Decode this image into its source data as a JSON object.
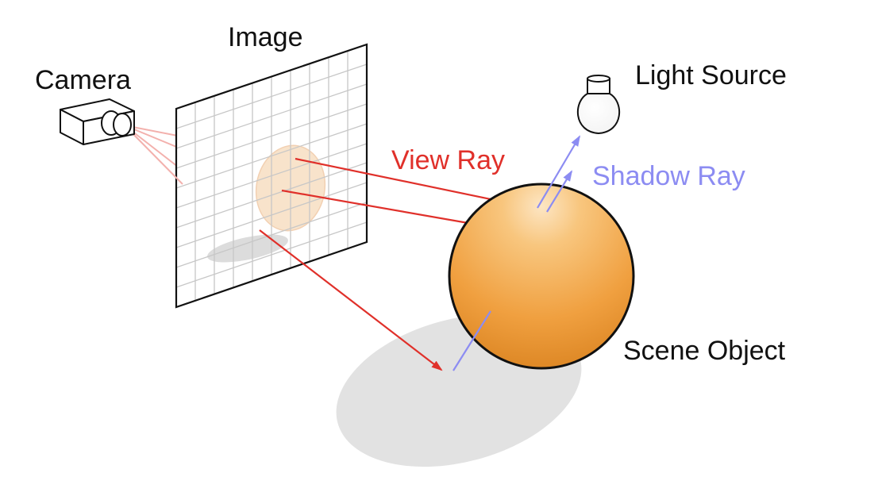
{
  "labels": {
    "camera": "Camera",
    "image": "Image",
    "light_source": "Light Source",
    "view_ray": "View Ray",
    "shadow_ray": "Shadow Ray",
    "scene_object": "Scene Object"
  },
  "colors": {
    "view_ray": "#e0302a",
    "shadow_ray": "#8c8cf2",
    "text": "#111111",
    "sphere_light": "#fde3bd",
    "sphere_mid": "#f4ad52",
    "sphere_dark": "#db8420",
    "shadow": "#e2e2e2",
    "grid_line": "#c7c7c7",
    "outline": "#111111"
  },
  "icons": {
    "camera": "camera-icon",
    "light_source": "light-bulb-icon"
  }
}
